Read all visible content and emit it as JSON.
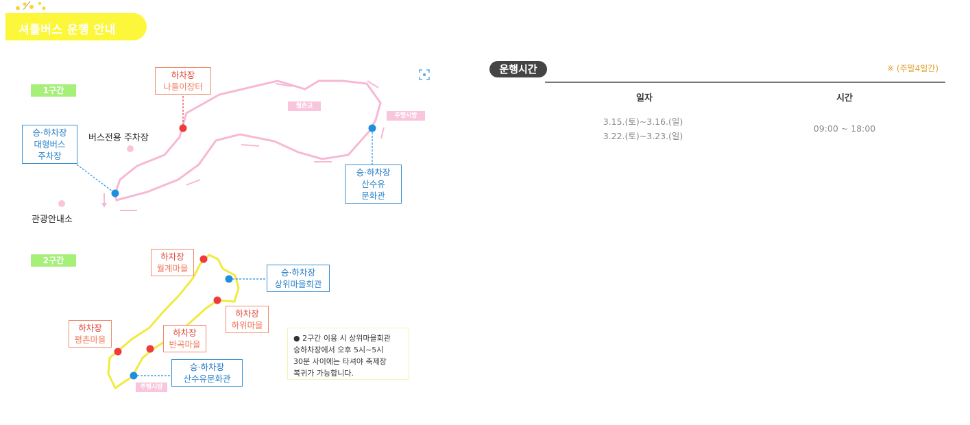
{
  "header": {
    "title": "셔틀버스 운행 안내"
  },
  "section1": {
    "badge": "1구간",
    "stops": {
      "nadeul_title": "하차장",
      "nadeul_name": "나들이장터",
      "bus_title": "승·하차장",
      "bus_name1": "대형버스",
      "bus_name2": "주차장",
      "sansu_title": "승·하차장",
      "sansu_name1": "산수유",
      "sansu_name2": "문화관"
    },
    "labels": {
      "bus_parking": "버스전용 주차장",
      "tourist_info": "관광안내소",
      "bridge": "월촌교",
      "one_way": "주행시방"
    }
  },
  "section2": {
    "badge": "2구간",
    "stops": {
      "wolgye_title": "하차장",
      "wolgye_name": "월계마을",
      "sangwi_title": "승·하차장",
      "sangwi_name": "상위마을회관",
      "hawi_title": "하차장",
      "hawi_name": "하위마을",
      "pyeongchon_title": "하차장",
      "pyeongchon_name": "평촌마을",
      "bangok_title": "하차장",
      "bangok_name": "반곡마을",
      "sansu2_title": "승·하차장",
      "sansu2_name": "산수유문화관"
    },
    "labels": {
      "one_way": "주행시방"
    },
    "note": {
      "line1": "● 2구간 이용 시 상위마을회관",
      "line2": "승하차장에서 오후 5시~5시",
      "line3": "30분 사이에는 타셔야 축제장",
      "line4": "복귀가 가능합니다."
    }
  },
  "schedule": {
    "title": "운행시간",
    "note": "※ (주말4일간)",
    "col_date": "일자",
    "col_time": "시간",
    "date_line1": "3.15.(토)~3.16.(일)",
    "date_line2": "3.22.(토)~3.23.(일)",
    "time": "09:00 ~ 18:00"
  },
  "colors": {
    "accent_yellow": "#fcf73a",
    "section_green": "#a6f07a",
    "route1_pink": "#f7b8d4",
    "route2_yellow": "#f2ea3c",
    "stop_red": "#ee3b3b",
    "stop_blue": "#1e8ee0"
  },
  "icons": {
    "expand": "expand-icon",
    "flower": "flower-icon"
  }
}
